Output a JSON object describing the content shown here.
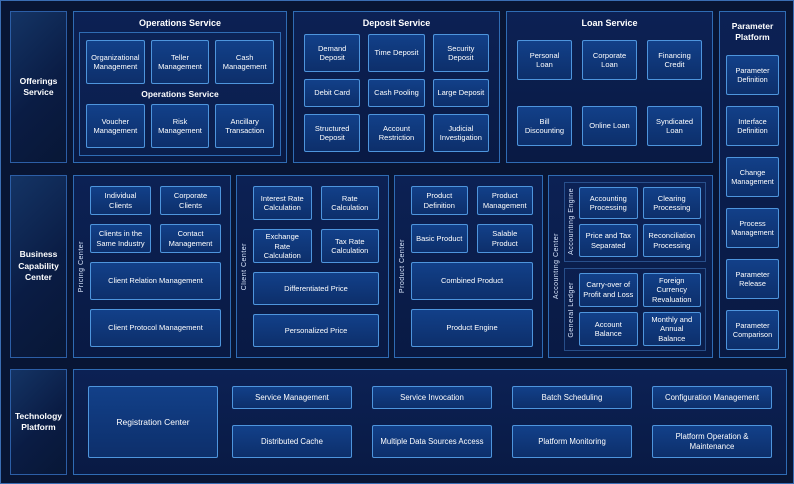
{
  "colors": {
    "canvas_bg": "#081534",
    "panel_fill": "#0c2154",
    "panel_border": "#2f6cb4",
    "box_fill": "#124089",
    "box_border": "#4e95dd",
    "text": "#ffffff"
  },
  "left_rail": {
    "offerings": "Offerings Service",
    "business": "Business Capability Center",
    "technology": "Technology Platform"
  },
  "offerings_row": {
    "operations": {
      "title": "Operations Service",
      "subtitle": "Operations Service",
      "row1": [
        "Organizational Management",
        "Teller Management",
        "Cash Management"
      ],
      "row2": [
        "Voucher Management",
        "Risk Management",
        "Ancillary Transaction"
      ]
    },
    "deposit": {
      "title": "Deposit Service",
      "items": [
        "Demand Deposit",
        "Time Deposit",
        "Security Deposit",
        "Debit Card",
        "Cash Pooling",
        "Large Deposit",
        "Structured Deposit",
        "Account Restriction",
        "Judicial Investigation"
      ]
    },
    "loan": {
      "title": "Loan Service",
      "items": [
        "Personal Loan",
        "Corporate Loan",
        "Financing Credit",
        "Bill Discounting",
        "Online Loan",
        "Syndicated Loan"
      ]
    }
  },
  "capability_row": {
    "panel1": {
      "label": "Pricing Center",
      "items": [
        "Individual Clients",
        "Corporate Clients",
        "Clients in the Same Industry",
        "Contact Management"
      ],
      "wide": [
        "Client Relation Management",
        "Client Protocol Management"
      ]
    },
    "panel2": {
      "label": "Client Center",
      "items": [
        "Interest Rate Calculation",
        "Rate Calculation",
        "Exchange Rate Calculation",
        "Tax Rate Calculation"
      ],
      "wide": [
        "Differentiated Price",
        "Personalized Price"
      ]
    },
    "panel3": {
      "label": "Product Center",
      "items": [
        "Product Definition",
        "Product Management",
        "Basic Product",
        "Salable Product"
      ],
      "wide": [
        "Combined Product",
        "Product Engine"
      ]
    },
    "panel4": {
      "label": "Accounting Center",
      "engine": {
        "label": "Accounting Engine",
        "items": [
          "Accounting Processing",
          "Clearing Processing",
          "Price and Tax Separated",
          "Reconciliation Processing"
        ]
      },
      "ledger": {
        "label": "General Ledger",
        "items": [
          "Carry-over of Profit and Loss",
          "Foreign Currency Revaluation",
          "Account Balance",
          "Monthly and Annual Balance"
        ]
      }
    }
  },
  "technology_row": {
    "registration": "Registration Center",
    "row1": [
      "Service Management",
      "Service Invocation",
      "Batch Scheduling",
      "Configuration Management"
    ],
    "row2": [
      "Distributed Cache",
      "Multiple Data Sources Access",
      "Platform Monitoring",
      "Platform Operation & Maintenance"
    ]
  },
  "parameter_platform": {
    "title": "Parameter Platform",
    "items": [
      "Parameter Definition",
      "Interface Definition",
      "Change Management",
      "Process Management",
      "Parameter Release",
      "Parameter Comparison"
    ]
  }
}
